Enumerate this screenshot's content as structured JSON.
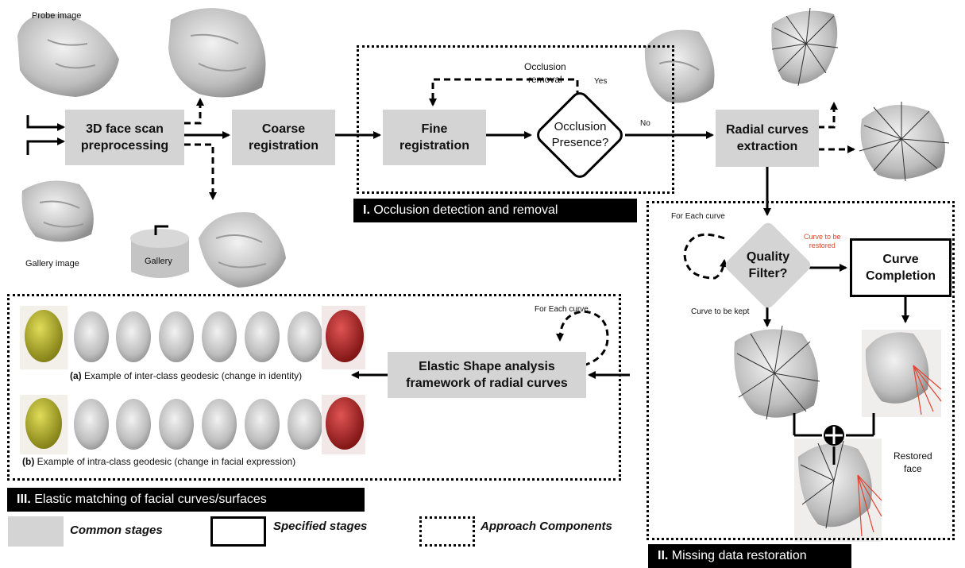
{
  "labels": {
    "probe_image": "Probe image",
    "gallery_image": "Gallery image",
    "gallery": "Gallery",
    "occlusion_removal": "Occlusion\nremoval",
    "yes": "Yes",
    "no": "No",
    "for_each_curve_top": "For Each curve",
    "curve_to_be_restored": "Curve to be\nrestored",
    "curve_to_be_kept": "Curve to be kept",
    "for_each_curve_left": "For Each curve",
    "restored_face": "Restored\nface"
  },
  "stages": {
    "preprocessing": "3D face scan\npreprocessing",
    "coarse": "Coarse\nregistration",
    "fine": "Fine\nregistration",
    "occlusion_presence": "Occlusion\nPresence?",
    "radial": "Radial curves\nextraction",
    "quality_filter": "Quality\nFilter?",
    "curve_completion": "Curve\nCompletion",
    "elastic": "Elastic Shape analysis\nframework of radial curves"
  },
  "sections": {
    "one_num": "I.",
    "one_text": "Occlusion detection and removal",
    "two_num": "II.",
    "two_text": "Missing data restoration",
    "three_num": "III.",
    "three_text": "Elastic matching of facial curves/surfaces"
  },
  "captions": {
    "a_tag": "(a)",
    "a_text": "Example of inter-class geodesic (change in identity)",
    "b_tag": "(b)",
    "b_text": "Example of intra-class geodesic (change in facial expression)"
  },
  "legend": {
    "common": "Common stages",
    "specified": "Specified stages",
    "approach": "Approach Components"
  },
  "colors": {
    "stage_fill": "#d4d4d4",
    "restored_curves": "#e0442e",
    "face_green": "#b8b52a",
    "face_red": "#b82a2a"
  }
}
